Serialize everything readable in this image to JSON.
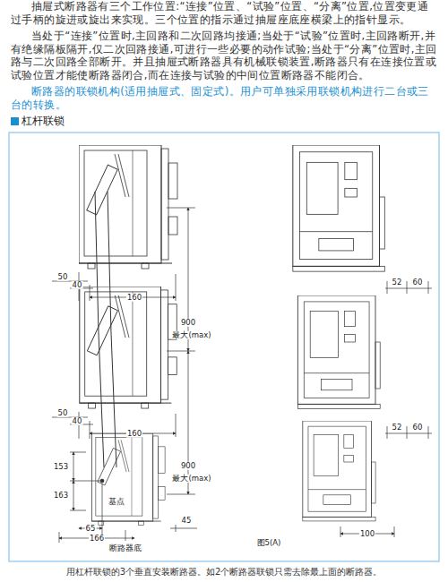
{
  "diagram": {
    "title": "杠杆联锁",
    "caption": "用杠杆联锁的3个垂直安装断路器。如2个断路器联锁只需去除最上面的断路器。",
    "labels": [
      "抽屉式断路器有三个工作位置:“连接”位置、“试验”位置、“分离”位置,位置变更通过手柄的旋进或旋出来实现。三个位置的指示通过抽屉座底座横梁上的指针显示。",
      "当处于“连接”位置时,主回路和二次回路均接通;当处于“试验”位置时,主回路断开,并有绝缘隔板隔开,仅二次回路接通,可进行一些必要的动作试验;当处于“分离”位置时,主回路与二次回路全部断开。并且抽屉式断路器具有机械联锁装置,断路器只有在连接位置或试验位置才能使断路器闭合,而在连接与试验的中间位置断路器不能闭合。",
      "断路器的联锁机构(适用抽屉式、固定式)。用户可单独采用联锁机构进行二台或三台的转换。",
      "50",
      "40",
      "160",
      "52",
      "60",
      "900",
      "最大(max)",
      "50",
      "40",
      "160",
      "52",
      "60",
      "900",
      "最大(max)",
      "153",
      "163",
      "基点",
      "65",
      "166",
      "45",
      "断路器底",
      "100",
      "图5(A)"
    ]
  }
}
